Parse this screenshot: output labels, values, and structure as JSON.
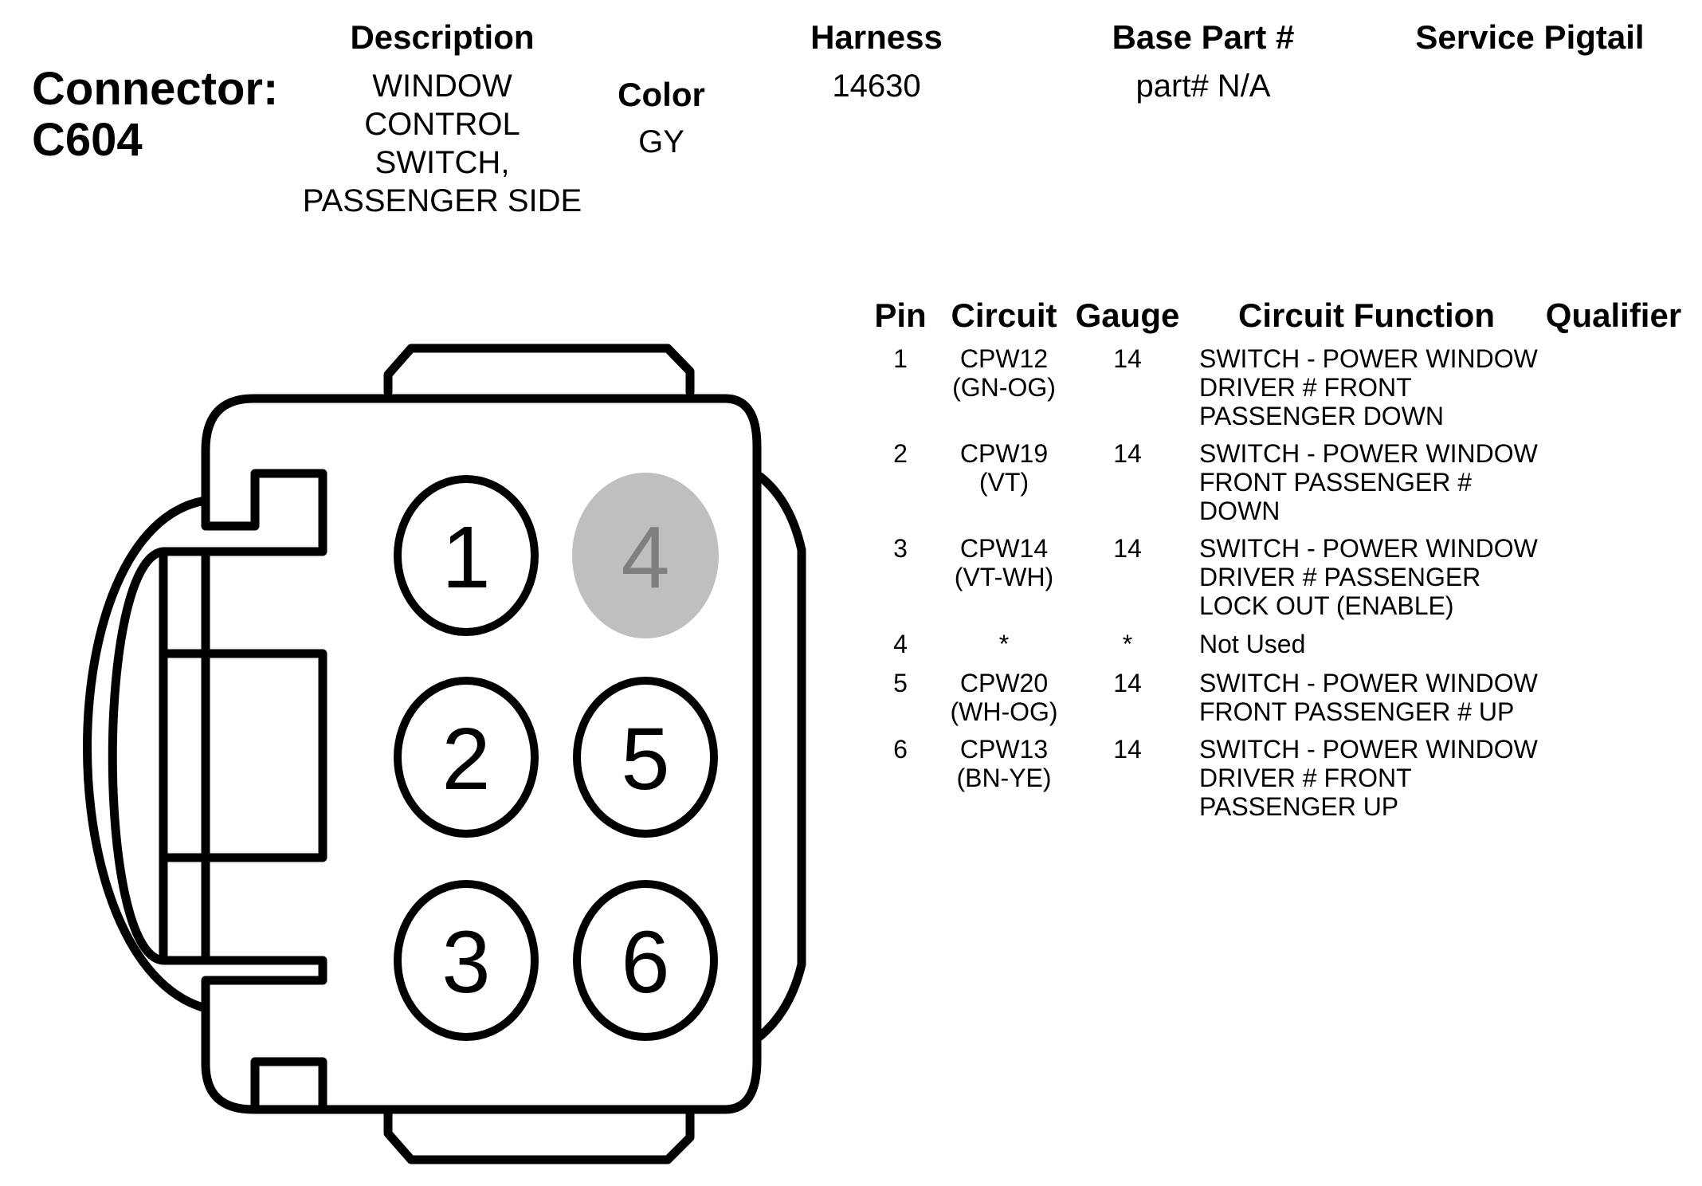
{
  "connector": {
    "label": "Connector:",
    "id": "C604"
  },
  "header": {
    "description_label": "Description",
    "description_lines": [
      "WINDOW",
      "CONTROL",
      "SWITCH,",
      "PASSENGER SIDE"
    ],
    "color_label": "Color",
    "color_value": "GY",
    "harness_label": "Harness",
    "harness_value": "14630",
    "base_part_label": "Base Part #",
    "base_part_value": "part# N/A",
    "service_pigtail_label": "Service Pigtail"
  },
  "table": {
    "columns": [
      "Pin",
      "Circuit",
      "Gauge",
      "Circuit Function",
      "Qualifier"
    ],
    "rows": [
      {
        "pin": "1",
        "circuit": [
          "CPW12",
          "(GN-OG)"
        ],
        "gauge": "14",
        "function": [
          "SWITCH - POWER WINDOW",
          "DRIVER # FRONT",
          "PASSENGER DOWN"
        ]
      },
      {
        "pin": "2",
        "circuit": [
          "CPW19",
          "(VT)"
        ],
        "gauge": "14",
        "function": [
          "SWITCH - POWER WINDOW",
          "FRONT PASSENGER #",
          "DOWN"
        ]
      },
      {
        "pin": "3",
        "circuit": [
          "CPW14",
          "(VT-WH)"
        ],
        "gauge": "14",
        "function": [
          "SWITCH - POWER WINDOW",
          "DRIVER # PASSENGER",
          "LOCK OUT (ENABLE)"
        ]
      },
      {
        "pin": "4",
        "circuit": [
          "*"
        ],
        "gauge": "*",
        "function": [
          "Not Used"
        ]
      },
      {
        "pin": "5",
        "circuit": [
          "CPW20",
          "(WH-OG)"
        ],
        "gauge": "14",
        "function": [
          "SWITCH - POWER WINDOW",
          "FRONT PASSENGER # UP"
        ]
      },
      {
        "pin": "6",
        "circuit": [
          "CPW13",
          "(BN-YE)"
        ],
        "gauge": "14",
        "function": [
          "SWITCH - POWER WINDOW",
          "DRIVER # FRONT",
          "PASSENGER UP"
        ]
      }
    ]
  },
  "diagram": {
    "pins": [
      {
        "label": "1",
        "unused": false
      },
      {
        "label": "2",
        "unused": false
      },
      {
        "label": "3",
        "unused": false
      },
      {
        "label": "4",
        "unused": true
      },
      {
        "label": "5",
        "unused": false
      },
      {
        "label": "6",
        "unused": false
      }
    ],
    "colors": {
      "outline": "#000000",
      "unused_fill": "#bfbfbf",
      "unused_text": "#7f7f7f"
    }
  }
}
